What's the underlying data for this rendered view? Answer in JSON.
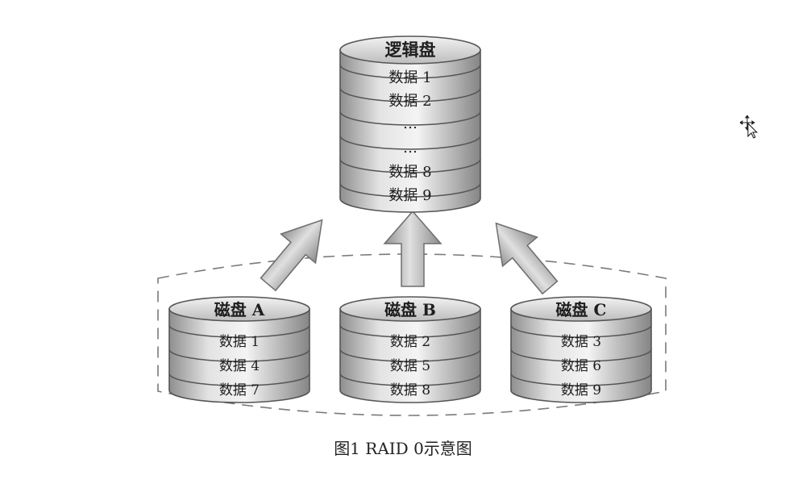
{
  "logical_disk": {
    "title": "逻辑盘",
    "rows": [
      "数据 1",
      "数据 2",
      "…",
      "…",
      "数据 8",
      "数据 9"
    ]
  },
  "disks": [
    {
      "title": "磁盘 A",
      "rows": [
        "数据 1",
        "数据 4",
        "数据 7"
      ]
    },
    {
      "title": "磁盘 B",
      "rows": [
        "数据 2",
        "数据 5",
        "数据 8"
      ]
    },
    {
      "title": "磁盘 C",
      "rows": [
        "数据 3",
        "数据 6",
        "数据 9"
      ]
    }
  ],
  "caption": "图1 RAID 0示意图",
  "icons": {
    "cursor": "move-cursor-icon",
    "arrow": "up-arrow-icon"
  }
}
